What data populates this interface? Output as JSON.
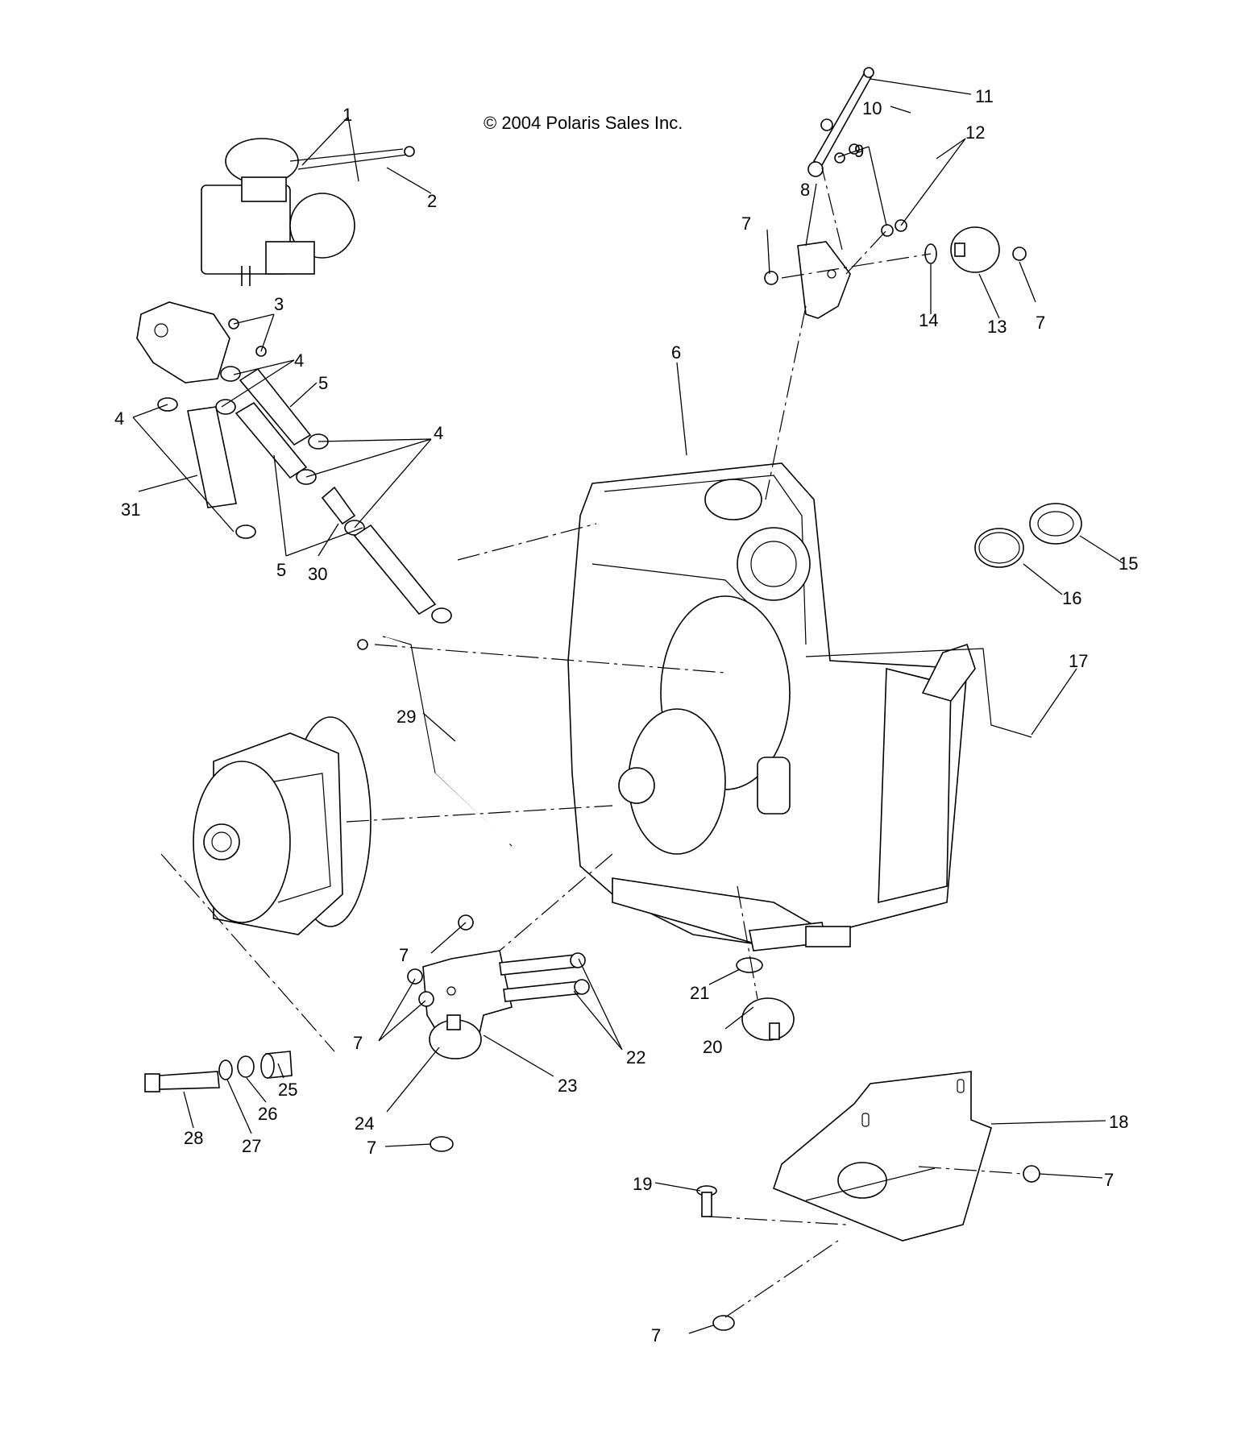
{
  "copyright": "© 2004 Polaris Sales Inc.",
  "callouts": [
    {
      "id": "c1",
      "label": "1"
    },
    {
      "id": "c2",
      "label": "2"
    },
    {
      "id": "c3",
      "label": "3"
    },
    {
      "id": "c4a",
      "label": "4"
    },
    {
      "id": "c4b",
      "label": "4"
    },
    {
      "id": "c4c",
      "label": "4"
    },
    {
      "id": "c5a",
      "label": "5"
    },
    {
      "id": "c5b",
      "label": "5"
    },
    {
      "id": "c6",
      "label": "6"
    },
    {
      "id": "c7a",
      "label": "7"
    },
    {
      "id": "c7b",
      "label": "7"
    },
    {
      "id": "c7c",
      "label": "7"
    },
    {
      "id": "c7d",
      "label": "7"
    },
    {
      "id": "c7e",
      "label": "7"
    },
    {
      "id": "c7f",
      "label": "7"
    },
    {
      "id": "c7g",
      "label": "7"
    },
    {
      "id": "c8",
      "label": "8"
    },
    {
      "id": "c9",
      "label": "9"
    },
    {
      "id": "c10",
      "label": "10"
    },
    {
      "id": "c11",
      "label": "11"
    },
    {
      "id": "c12",
      "label": "12"
    },
    {
      "id": "c13",
      "label": "13"
    },
    {
      "id": "c14",
      "label": "14"
    },
    {
      "id": "c15",
      "label": "15"
    },
    {
      "id": "c16",
      "label": "16"
    },
    {
      "id": "c17",
      "label": "17"
    },
    {
      "id": "c18",
      "label": "18"
    },
    {
      "id": "c19",
      "label": "19"
    },
    {
      "id": "c20",
      "label": "20"
    },
    {
      "id": "c21",
      "label": "21"
    },
    {
      "id": "c22",
      "label": "22"
    },
    {
      "id": "c23",
      "label": "23"
    },
    {
      "id": "c24",
      "label": "24"
    },
    {
      "id": "c25",
      "label": "25"
    },
    {
      "id": "c26",
      "label": "26"
    },
    {
      "id": "c27",
      "label": "27"
    },
    {
      "id": "c28",
      "label": "28"
    },
    {
      "id": "c29",
      "label": "29"
    },
    {
      "id": "c30",
      "label": "30"
    },
    {
      "id": "c31",
      "label": "31"
    }
  ]
}
